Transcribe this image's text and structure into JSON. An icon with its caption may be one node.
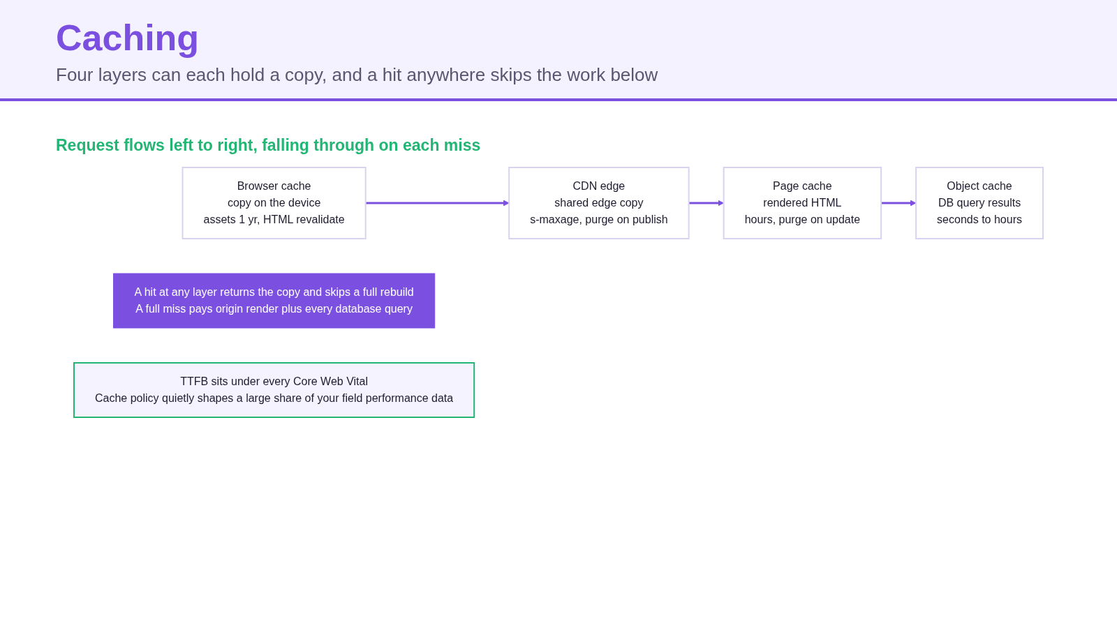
{
  "diagram": {
    "title": "Caching",
    "nodes": [
      {
        "text": [
          "Browser cache",
          "copy on the device",
          "assets 1 yr, HTML revalidate"
        ]
      },
      {
        "text": [
          "CDN edge",
          "shared edge copy",
          "s-maxage, purge on publish"
        ]
      },
      {
        "text": [
          "Page cache",
          "rendered HTML",
          "hours, purge on update"
        ]
      },
      {
        "text": [
          "Object cache",
          "DB query results",
          "seconds to hours"
        ]
      },
      {
        "text": [
          "A hit at any layer returns the copy and skips a full rebuild",
          "A full miss pays origin render plus every database query"
        ]
      },
      {
        "text": [
          "TTFB sits under every Core Web Vital",
          "Cache policy quietly shapes a large share of your field performance data"
        ]
      }
    ],
    "edges": [
      {
        "from": 0,
        "to": 1,
        "arrow": "to"
      },
      {
        "from": 1,
        "to": 2,
        "arrow": "to"
      },
      {
        "from": 2,
        "to": 3,
        "arrow": "to"
      }
    ],
    "labels": [
      "Four layers can each hold a copy, and a hit anywhere skips the work below",
      "Request flows left to right, falling through on each miss"
    ]
  }
}
